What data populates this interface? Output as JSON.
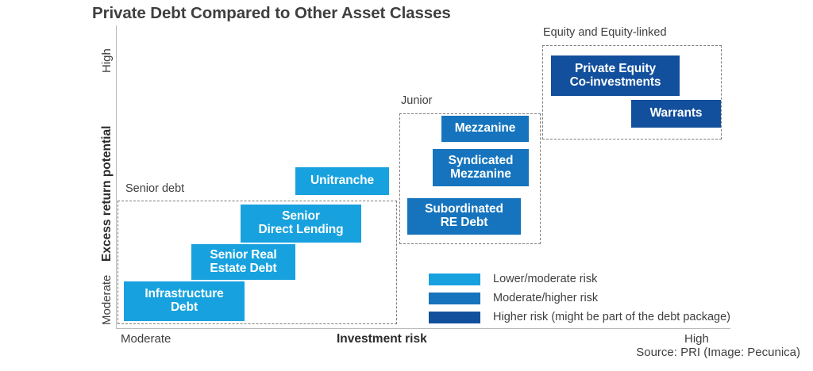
{
  "chart_data": {
    "type": "scatter",
    "title": "Private Debt Compared to Other Asset Classes",
    "xlabel": "Investment risk",
    "ylabel": "Excess return potential",
    "xticks": [
      "Moderate",
      "High"
    ],
    "yticks": [
      "Moderate",
      "High"
    ],
    "xlim": [
      "Moderate",
      "High"
    ],
    "ylim": [
      "Moderate",
      "High"
    ],
    "grid": false,
    "legend_position": "inside-bottom-right",
    "groups": [
      {
        "name": "Senior debt",
        "items": [
          {
            "label": "Senior\nDirect Lending",
            "risk_level": "Lower/moderate risk",
            "color": "#17a2df"
          },
          {
            "label": "Senior Real\nEstate Debt",
            "risk_level": "Lower/moderate risk",
            "color": "#17a2df"
          },
          {
            "label": "Infrastructure\nDebt",
            "risk_level": "Lower/moderate risk",
            "color": "#17a2df"
          }
        ]
      },
      {
        "name": "Junior",
        "items": [
          {
            "label": "Mezzanine",
            "risk_level": "Moderate/higher risk",
            "color": "#1574bd"
          },
          {
            "label": "Syndicated\nMezzanine",
            "risk_level": "Moderate/higher risk",
            "color": "#1574bd"
          },
          {
            "label": "Subordinated\nRE Debt",
            "risk_level": "Moderate/higher risk",
            "color": "#1574bd"
          }
        ]
      },
      {
        "name": "Equity and Equity-linked",
        "items": [
          {
            "label": "Private Equity\nCo-investments",
            "risk_level": "Higher risk (might be part of the debt package)",
            "color": "#12509d"
          },
          {
            "label": "Warrants",
            "risk_level": "Higher risk (might be part of the debt package)",
            "color": "#12509d"
          }
        ]
      },
      {
        "name": "Unitranche (ungrouped)",
        "items": [
          {
            "label": "Unitranche",
            "risk_level": "Lower/moderate risk",
            "color": "#17a2df"
          }
        ]
      }
    ],
    "legend": [
      {
        "label": "Lower/moderate risk",
        "color": "#17a2df"
      },
      {
        "label": "Moderate/higher risk",
        "color": "#1574bd"
      },
      {
        "label": "Higher risk (might be part of the debt package)",
        "color": "#12509d"
      }
    ]
  },
  "title": "Private Debt Compared to Other Asset Classes",
  "axes": {
    "y_title": "Excess return potential",
    "y_high": "High",
    "y_moderate": "Moderate",
    "x_title": "Investment risk",
    "x_moderate": "Moderate",
    "x_high": "High"
  },
  "groups": {
    "senior": {
      "label": "Senior debt"
    },
    "junior": {
      "label": "Junior"
    },
    "equity": {
      "label": "Equity and Equity-linked"
    }
  },
  "boxes": {
    "senior_direct_lending": {
      "line1": "Senior",
      "line2": "Direct Lending"
    },
    "senior_real_estate_debt": {
      "line1": "Senior Real",
      "line2": "Estate Debt"
    },
    "infrastructure_debt": {
      "line1": "Infrastructure",
      "line2": "Debt"
    },
    "unitranche": {
      "line1": "Unitranche"
    },
    "mezzanine": {
      "line1": "Mezzanine"
    },
    "syndicated_mezzanine": {
      "line1": "Syndicated",
      "line2": "Mezzanine"
    },
    "subordinated_re_debt": {
      "line1": "Subordinated",
      "line2": "RE Debt"
    },
    "private_equity_coinvestments": {
      "line1": "Private Equity",
      "line2": "Co-investments"
    },
    "warrants": {
      "line1": "Warrants"
    }
  },
  "legend": {
    "low": "Lower/moderate risk",
    "mid": "Moderate/higher risk",
    "high": "Higher risk (might be part of the debt package)"
  },
  "source": "Source: PRI (Image: Pecunica)",
  "colors": {
    "low": "#17a2df",
    "mid": "#1574bd",
    "high": "#12509d",
    "axis": "#b9b9b9",
    "dash": "#7d7d7d",
    "text": "#3f3f3f"
  }
}
